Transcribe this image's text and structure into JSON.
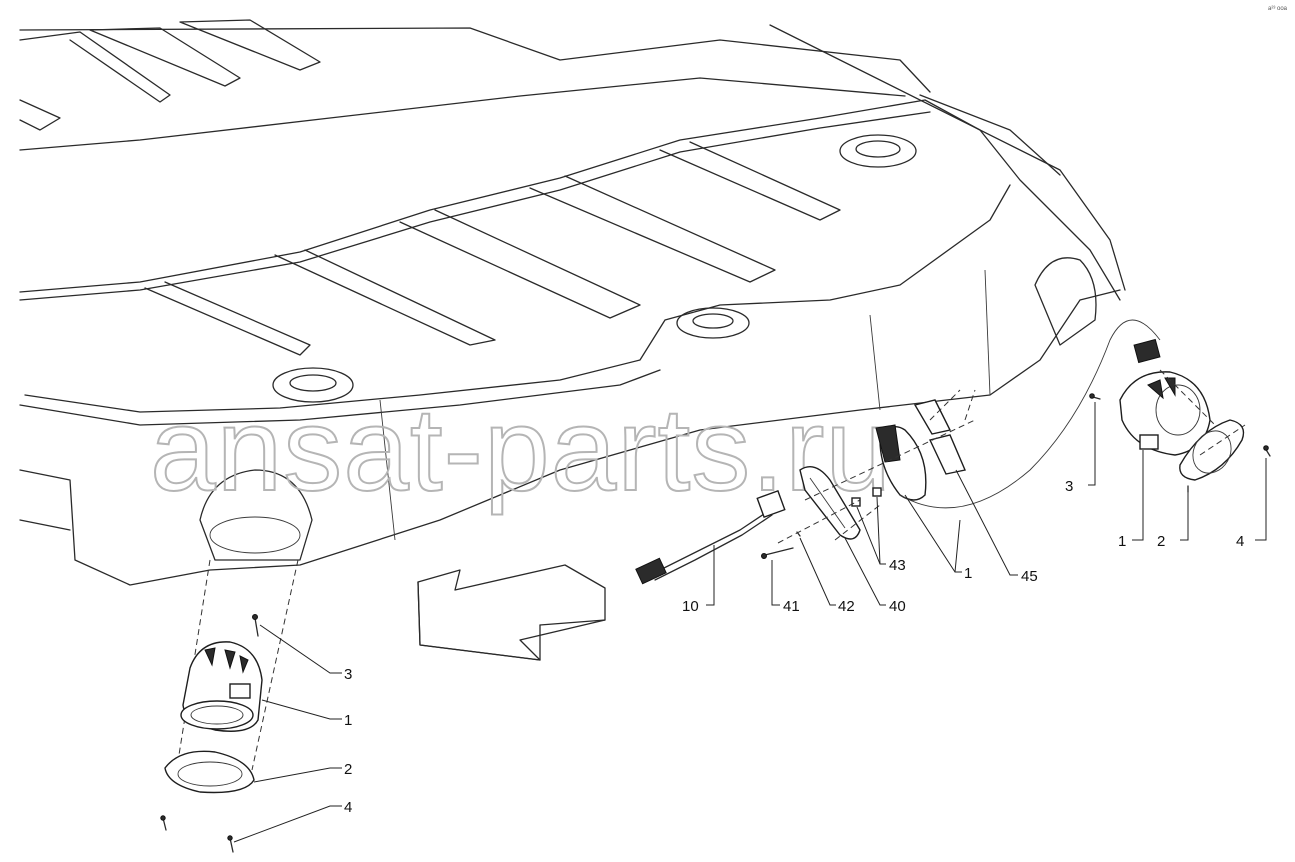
{
  "watermark": "ansat-parts.ru",
  "corner_code": "a²³ ooa",
  "callouts": {
    "left_3": "3",
    "left_1": "1",
    "left_2": "2",
    "left_4": "4",
    "mid_10": "10",
    "mid_41": "41",
    "mid_42": "42",
    "mid_40": "40",
    "mid_43": "43",
    "mid_1": "1",
    "mid_45": "45",
    "right_3": "3",
    "right_1": "1",
    "right_2": "2",
    "right_4": "4"
  }
}
